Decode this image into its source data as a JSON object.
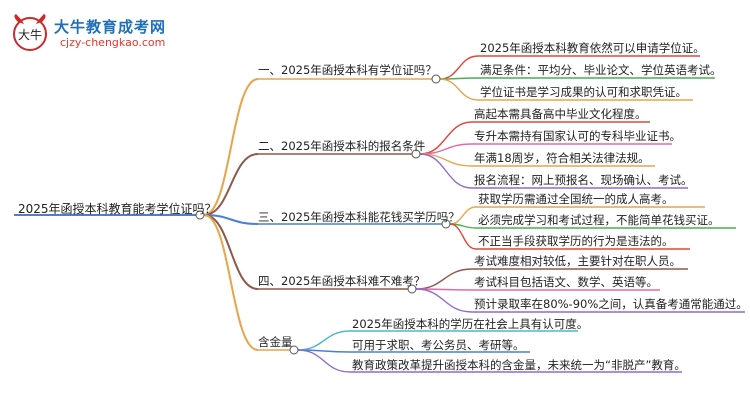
{
  "logo": {
    "name": "大牛教育成考网",
    "url": "cjzy-chengkao.com",
    "mark_text": "大牛"
  },
  "root": {
    "label": "2025年函授本科教育能考学位证吗？"
  },
  "branches": [
    {
      "label": "一、2025年函授本科有学位证吗？",
      "color": "#e8a44a",
      "children": [
        {
          "label": "2025年函授本科教育依然可以申请学位证。",
          "color": "#e0473a"
        },
        {
          "label": "满足条件：平均分、毕业论文、学位英语考试。",
          "color": "#4caf50"
        },
        {
          "label": "学位证书是学习成果的认可和求职凭证。",
          "color": "#e8a44a"
        }
      ]
    },
    {
      "label": "二、2025年函授本科的报名条件",
      "color": "#8b5a4a",
      "children": [
        {
          "label": "高起本需具备高中毕业文化程度。",
          "color": "#e0473a"
        },
        {
          "label": "专升本需持有国家认可的专科毕业证书。",
          "color": "#e36aa6"
        },
        {
          "label": "年满18周岁，符合相关法律法规。",
          "color": "#e8a44a"
        },
        {
          "label": "报名流程：网上预报名、现场确认、考试。",
          "color": "#8e6bd1"
        }
      ]
    },
    {
      "label": "三、2025年函授本科能花钱买学历吗？",
      "color": "#4a7fd6",
      "children": [
        {
          "label": "获取学历需通过全国统一的成人高考。",
          "color": "#e8a44a"
        },
        {
          "label": "必须完成学习和考试过程，不能简单花钱买证。",
          "color": "#4caf50"
        },
        {
          "label": "不正当手段获取学历的行为是违法的。",
          "color": "#e0473a"
        }
      ]
    },
    {
      "label": "四、2025年函授本科难不难考？",
      "color": "#8b5a4a",
      "children": [
        {
          "label": "考试难度相对较低，主要针对在职人员。",
          "color": "#8b5a4a"
        },
        {
          "label": "考试科目包括语文、数学、英语等。",
          "color": "#e36aa6"
        },
        {
          "label": "预计录取率在80%-90%之间，认真备考通常能通过。",
          "color": "#8e6bd1"
        }
      ]
    },
    {
      "label": "含金量",
      "color": "#e8a44a",
      "children": [
        {
          "label": "2025年函授本科的学历在社会上具有认可度。",
          "color": "#4ab8c8"
        },
        {
          "label": "可用于求职、考公务员、考研等。",
          "color": "#4a7fd6"
        },
        {
          "label": "教育政策改革提升函授本科的含金量，未来统一为“非脱产”教育。",
          "color": "#8e6bd1"
        }
      ]
    }
  ]
}
